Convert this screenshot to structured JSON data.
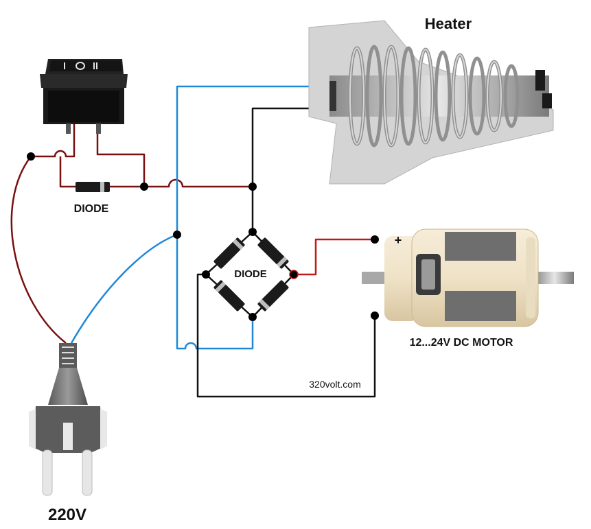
{
  "labels": {
    "heater": "Heater",
    "diode_single": "DIODE",
    "diode_bridge": "DIODE",
    "motor": "12...24V DC MOTOR",
    "plug_voltage": "220V",
    "website": "320volt.com",
    "motor_plus": "+",
    "switch_symbols": "I  O  II"
  },
  "colors": {
    "live_wire": "#7a0f0f",
    "red_wire": "#c01818",
    "blue_wire": "#1e88d8",
    "black_wire": "#111111",
    "junction": "#000000"
  },
  "icons": {
    "switch": "rocker-switch-icon",
    "heater": "heater-coil-icon",
    "motor": "dc-motor-icon",
    "plug": "power-plug-icon",
    "diode": "diode-icon"
  }
}
